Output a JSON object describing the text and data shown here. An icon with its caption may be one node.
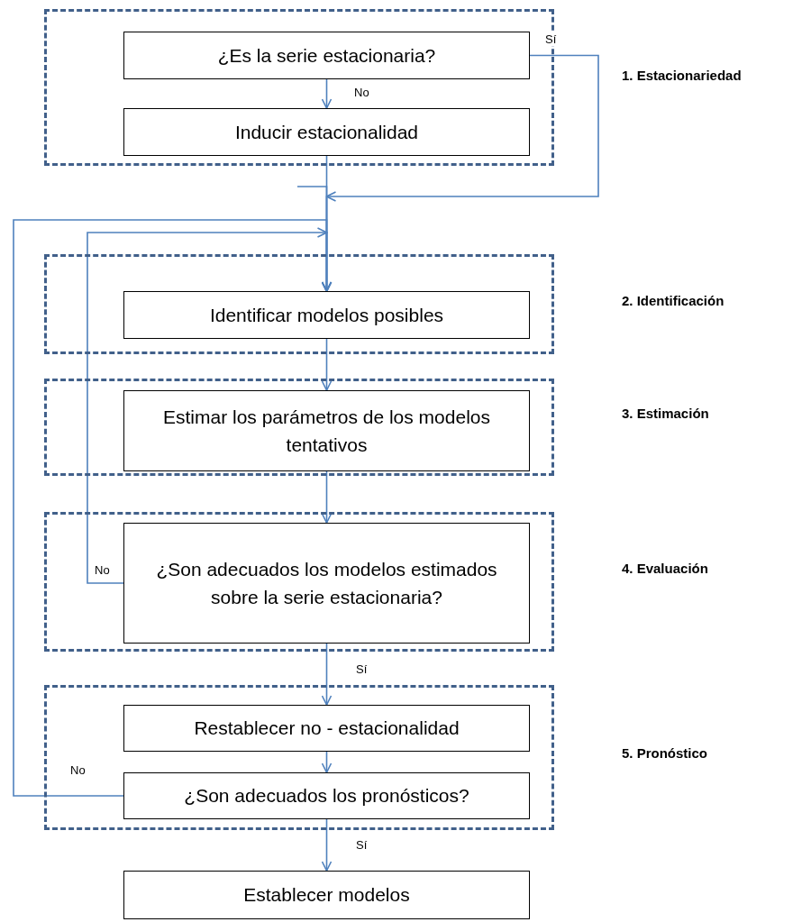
{
  "diagram": {
    "nodes": [
      {
        "text": [],
        "shape": "box"
      },
      {
        "text": [
          "¿Es la serie estacionaria?"
        ],
        "in": 0
      },
      {
        "text": [
          "Inducir estacionalidad"
        ],
        "in": 0
      },
      {
        "text": [],
        "shape": "box"
      },
      {
        "text": [
          "Identificar modelos posibles"
        ],
        "in": 3
      },
      {
        "text": [],
        "shape": "box"
      },
      {
        "text": [
          "Estimar los parámetros de los modelos tentativos"
        ],
        "in": 5
      },
      {
        "text": [],
        "shape": "box"
      },
      {
        "text": [
          "¿Son adecuados los modelos estimados sobre la serie estacionaria?"
        ],
        "in": 7
      },
      {
        "text": [],
        "shape": "box"
      },
      {
        "text": [
          "Restablecer no - estacionalidad"
        ],
        "in": 9
      },
      {
        "text": [
          "¿Son adecuados los pronósticos?"
        ],
        "in": 9
      },
      {
        "text": [
          "Establecer modelos"
        ]
      }
    ],
    "edges": [
      {
        "from": 1,
        "to": 2,
        "arrow": "to",
        "label": "No"
      },
      {
        "from": 1,
        "to": 4,
        "arrow": "to",
        "label": "Sí"
      },
      {
        "from": 2,
        "to": 4,
        "arrow": "to"
      },
      {
        "from": 8,
        "to": 4,
        "arrow": "to",
        "label": "No"
      },
      {
        "from": 11,
        "to": 4,
        "arrow": "to",
        "label": "No"
      },
      {
        "from": null,
        "to": 4,
        "arrow": "to"
      },
      {
        "from": 4,
        "to": 6,
        "arrow": "to"
      },
      {
        "from": 6,
        "to": 8,
        "arrow": "to"
      },
      {
        "from": 8,
        "to": 10,
        "arrow": "to",
        "label": "Sí"
      },
      {
        "from": 10,
        "to": 11,
        "arrow": "to"
      },
      {
        "from": 11,
        "to": 12,
        "arrow": "to",
        "label": "Sí"
      }
    ],
    "labels": [
      "1. Estacionariedad",
      "2. Identificación",
      "3. Estimación",
      "4. Evaluación",
      "5. Pronóstico"
    ]
  }
}
